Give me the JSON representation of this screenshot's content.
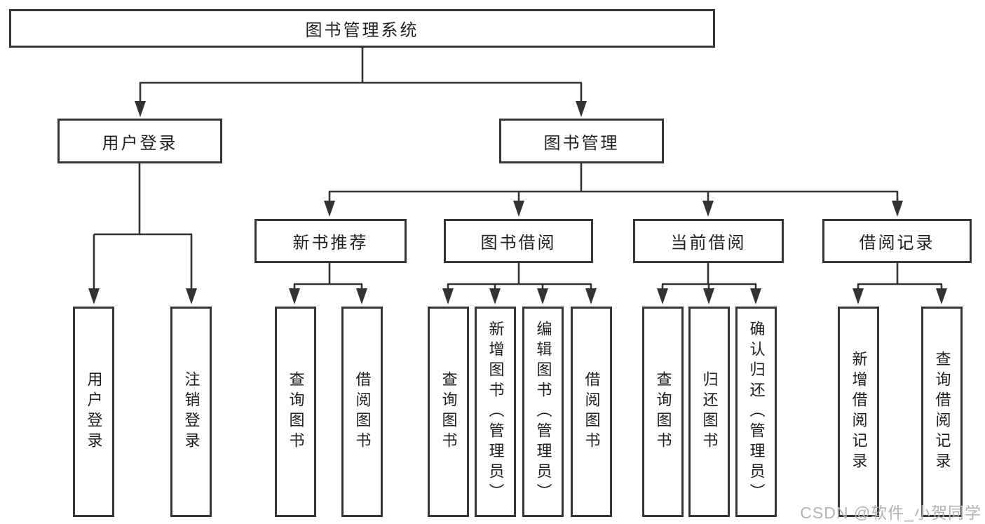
{
  "diagram": {
    "root": {
      "label": "图书管理系统"
    },
    "level2": [
      {
        "label": "用户登录"
      },
      {
        "label": "图书管理"
      }
    ],
    "level3": [
      {
        "label": "新书推荐"
      },
      {
        "label": "图书借阅"
      },
      {
        "label": "当前借阅"
      },
      {
        "label": "借阅记录"
      }
    ],
    "leaves": [
      {
        "label": "用户登录"
      },
      {
        "label": "注销登录"
      },
      {
        "label": "查询图书"
      },
      {
        "label": "借阅图书"
      },
      {
        "label": "查询图书"
      },
      {
        "label": "新增图书（管理员）"
      },
      {
        "label": "编辑图书（管理员）"
      },
      {
        "label": "借阅图书"
      },
      {
        "label": "查询图书"
      },
      {
        "label": "归还图书"
      },
      {
        "label": "确认归还（管理员）"
      },
      {
        "label": "新增借阅记录"
      },
      {
        "label": "查询借阅记录"
      }
    ]
  },
  "watermark": {
    "text": "CSDN @软件_小贺同学"
  },
  "colors": {
    "line": "#333333",
    "box_border": "#363636",
    "text": "#1f1f1f",
    "watermark": "#b3b3b3",
    "background": "#ffffff"
  }
}
